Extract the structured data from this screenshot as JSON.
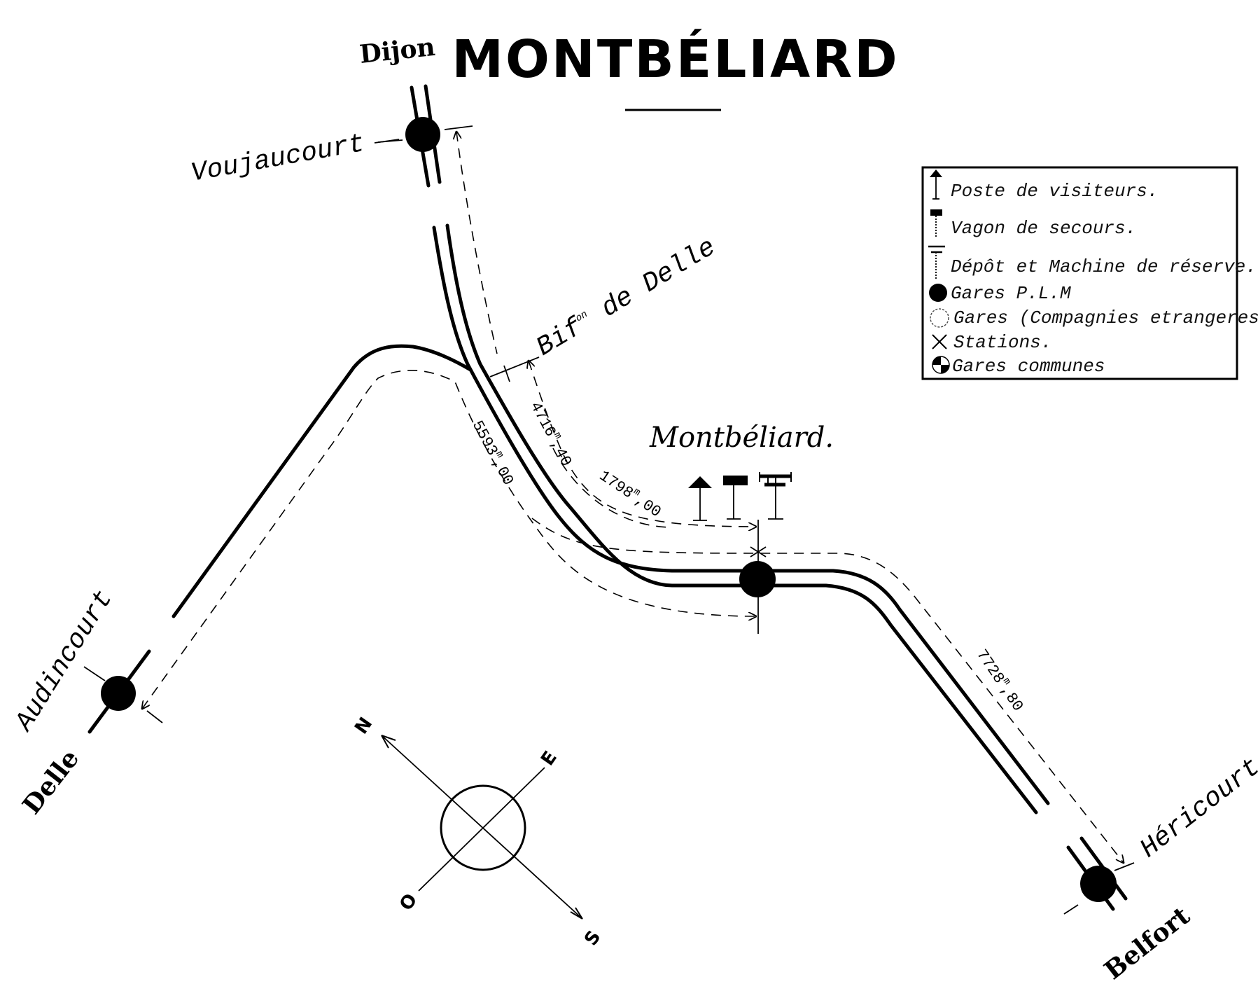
{
  "title": "MONTBÉLIARD",
  "destinations": {
    "dijon": "Dijon",
    "delle": "Delle",
    "belfort": "Belfort"
  },
  "stations": [
    {
      "id": "voujaucourt",
      "name": "Voujaucourt",
      "type": "Gares P.L.M"
    },
    {
      "id": "montbeliard",
      "name": "Montbéliard.",
      "type": "Gares P.L.M"
    },
    {
      "id": "audincourt",
      "name": "Audincourt",
      "type": "Gares P.L.M"
    },
    {
      "id": "hericourt",
      "name": "Héricourt",
      "type": "Gares P.L.M"
    }
  ],
  "junction": {
    "prefix": "Bif",
    "superscript": "on",
    "suffix": "de Delle"
  },
  "distances": [
    {
      "id": "bif-to-montbeliard",
      "main": "4716",
      "unit": "m",
      "decimals": "40"
    },
    {
      "id": "audincourt-to-montbeliard",
      "main": "5593",
      "unit": "m",
      "decimals": "00"
    },
    {
      "id": "voujaucourt-to-montbeliard",
      "main": "1798",
      "unit": "m",
      "decimals": "00"
    },
    {
      "id": "montbeliard-to-hericourt",
      "main": "7728",
      "unit": "m",
      "decimals": "80"
    }
  ],
  "facilities_at_montbeliard": [
    "poste-de-visiteurs",
    "vagon-de-secours",
    "depot-et-machine-de-reserve"
  ],
  "compass": {
    "north": "N",
    "east": "E",
    "south": "S",
    "west": "O"
  },
  "legend": {
    "items": [
      {
        "icon": "visitor-post-icon",
        "label": "Poste de visiteurs."
      },
      {
        "icon": "rescue-wagon-icon",
        "label": "Vagon de secours."
      },
      {
        "icon": "depot-reserve-engine-icon",
        "label": "Dépôt et Machine de réserve."
      },
      {
        "icon": "filled-circle-icon",
        "label": "Gares P.L.M"
      },
      {
        "icon": "dashed-circle-icon",
        "label": "Gares (Compagnies etrangeres"
      },
      {
        "icon": "cross-icon",
        "label": "Stations."
      },
      {
        "icon": "quartered-circle-icon",
        "label": "Gares communes"
      }
    ]
  },
  "colors": {
    "ink": "#000000",
    "paper": "#ffffff"
  }
}
